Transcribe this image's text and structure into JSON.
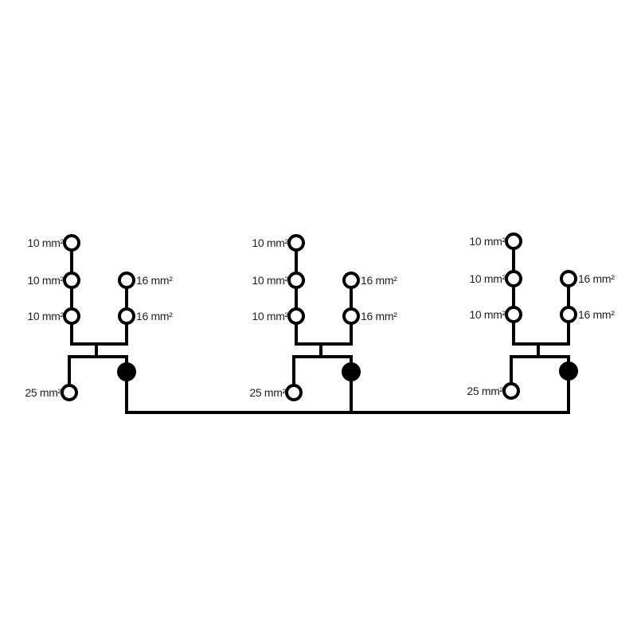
{
  "diagram": {
    "title": "",
    "line_color": "#000000",
    "background": "#ffffff",
    "groups": [
      {
        "name": "group-1",
        "left_branch": [
          "10 mm²",
          "10 mm²",
          "10 mm²"
        ],
        "right_branch": [
          "16 mm²",
          "16 mm²"
        ],
        "bottom_node": "25 mm²",
        "filled_node": "bus-connection"
      },
      {
        "name": "group-2",
        "left_branch": [
          "10 mm²",
          "10 mm²",
          "10 mm²"
        ],
        "right_branch": [
          "16 mm²",
          "16 mm²"
        ],
        "bottom_node": "25 mm²",
        "filled_node": "bus-connection"
      },
      {
        "name": "group-3",
        "left_branch": [
          "10 mm²",
          "10 mm²",
          "10 mm²"
        ],
        "right_branch": [
          "16 mm²",
          "16 mm²"
        ],
        "bottom_node": "25 mm²",
        "filled_node": "bus-connection"
      }
    ],
    "bus": {
      "label": "",
      "connects": [
        "group-1",
        "group-2",
        "group-3"
      ]
    }
  }
}
